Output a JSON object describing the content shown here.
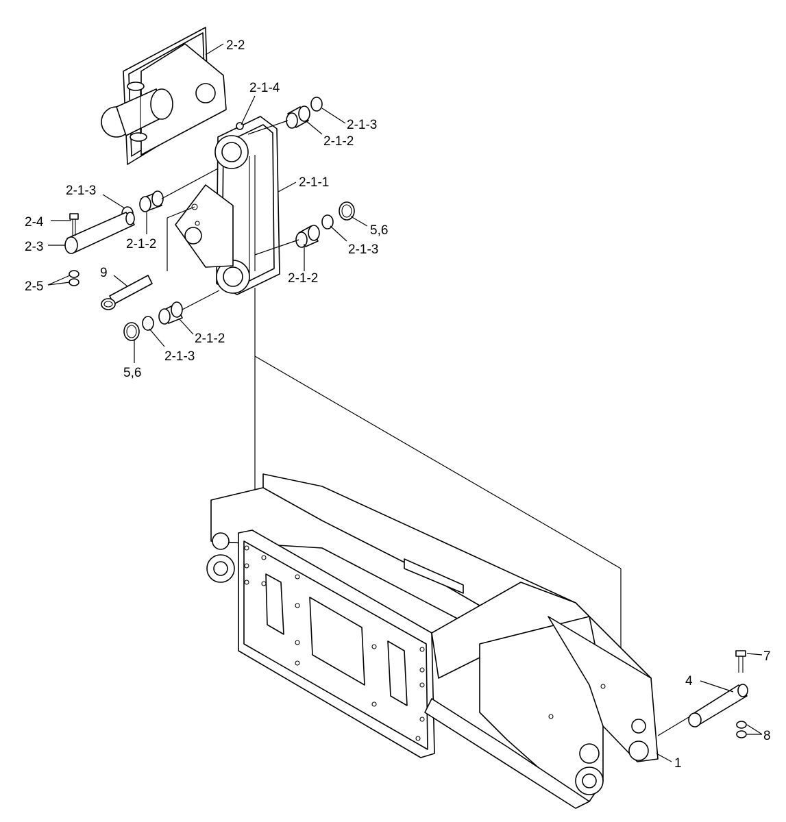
{
  "labels": {
    "l_2_2": "2-2",
    "l_2_1_4": "2-1-4",
    "l_2_1_3_a": "2-1-3",
    "l_2_1_2_a": "2-1-2",
    "l_2_1_1": "2-1-1",
    "l_2_1_3_b": "2-1-3",
    "l_2_4": "2-4",
    "l_2_1_2_b": "2-1-2",
    "l_5_6_a": "5,6",
    "l_2_3": "2-3",
    "l_2_1_3_c": "2-1-3",
    "l_2_5": "2-5",
    "l_9": "9",
    "l_2_1_2_c": "2-1-2",
    "l_2_1_2_d": "2-1-2",
    "l_2_1_3_d": "2-1-3",
    "l_5_6_b": "5,6",
    "l_7": "7",
    "l_4": "4",
    "l_8": "8",
    "l_1": "1"
  }
}
